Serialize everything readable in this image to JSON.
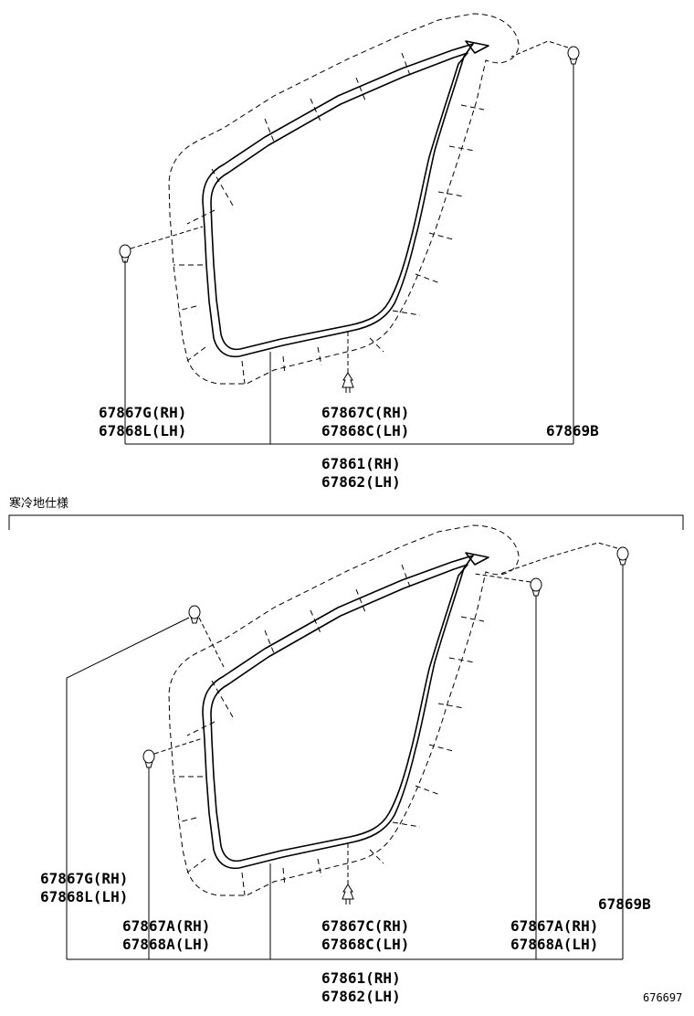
{
  "diagram_id": "676697",
  "top_view": {
    "labels": {
      "clip_left_rh": "67867G(RH)",
      "clip_left_lh": "67868L(LH)",
      "clip_bottom_rh": "67867C(RH)",
      "clip_bottom_lh": "67868C(LH)",
      "clip_right": "67869B",
      "weatherstrip_rh": "67861(RH)",
      "weatherstrip_lh": "67862(LH)"
    }
  },
  "cold_spec": {
    "title": "寒冷地仕様",
    "labels": {
      "clip_left_rh": "67867G(RH)",
      "clip_left_lh": "67868L(LH)",
      "clip_a_left_rh": "67867A(RH)",
      "clip_a_left_lh": "67868A(LH)",
      "clip_bottom_rh": "67867C(RH)",
      "clip_bottom_lh": "67868C(LH)",
      "clip_a_right_rh": "67867A(RH)",
      "clip_a_right_lh": "67868A(LH)",
      "clip_right": "67869B",
      "weatherstrip_rh": "67861(RH)",
      "weatherstrip_lh": "67862(LH)"
    }
  }
}
